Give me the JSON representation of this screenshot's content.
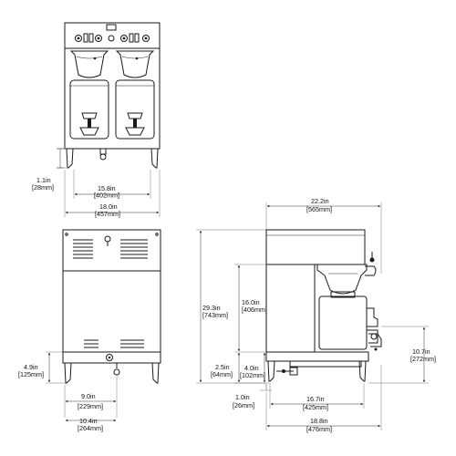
{
  "dimensions": {
    "front_foot_height": {
      "in": "1.1in",
      "mm": "[28mm]"
    },
    "front_inner_width": {
      "in": "15.8in",
      "mm": "[402mm]"
    },
    "front_total_width": {
      "in": "18.0in",
      "mm": "[457mm]"
    },
    "back_height": {
      "in": "4.9in",
      "mm": "[125mm]"
    },
    "back_width_a": {
      "in": "9.0in",
      "mm": "[229mm]"
    },
    "back_width_b": {
      "in": "10.4in",
      "mm": "[264mm]"
    },
    "side_depth": {
      "in": "22.2in",
      "mm": "[565mm]"
    },
    "side_height": {
      "in": "29.3in",
      "mm": "[743mm]"
    },
    "side_clearance": {
      "in": "16.0in",
      "mm": "[406mm]"
    },
    "side_base": {
      "in": "2.5in",
      "mm": "[64mm]"
    },
    "side_tray": {
      "in": "4.0in",
      "mm": "[102mm]"
    },
    "side_tap": {
      "in": "10.7in",
      "mm": "[272mm]"
    },
    "side_foot": {
      "in": "1.0in",
      "mm": "[26mm]"
    },
    "side_foot_depth": {
      "in": "16.7in",
      "mm": "[425mm]"
    },
    "side_total_depth": {
      "in": "18.8in",
      "mm": "[476mm]"
    }
  }
}
